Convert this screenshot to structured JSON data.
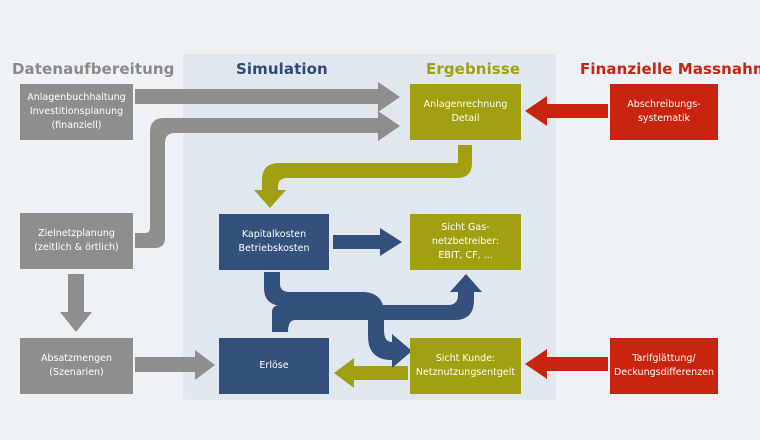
{
  "columns": {
    "data_prep": "Datenaufbereitung",
    "simulation": "Simulation",
    "results": "Ergebnisse",
    "financial": "Finanzielle Massnahmen"
  },
  "boxes": {
    "anlagenbuchhaltung": "Anlagenbuchhaltung\nInvestitionsplanung\n(finanziell)",
    "zielnetzplanung": "Zielnetzplanung\n(zeitlich & örtlich)",
    "absatzmengen": "Absatzmengen\n(Szenarien)",
    "kapitalkosten": "Kapitalkosten\nBetriebskosten",
    "erloese": "Erlöse",
    "anlagenrechnung": "Anlagenrechnung\nDetail",
    "sicht_gasnetzbetreiber": "Sicht Gas-\nnetzbetreiber:\nEBIT, CF, ...",
    "sicht_kunde": "Sicht Kunde:\nNetznutzungsentgelt",
    "abschreibung": "Abschreibungs-\nsystematik",
    "tarifglaettung": "Tarifglättung/\nDeckungsdifferenzen"
  },
  "colors": {
    "background": "#eef1f5",
    "panel": "#e1e7ef",
    "gray": "#8e8e8e",
    "blue": "#34507c",
    "olive": "#a0a010",
    "red": "#c9240f",
    "title_gray": "#8a8a8a"
  }
}
